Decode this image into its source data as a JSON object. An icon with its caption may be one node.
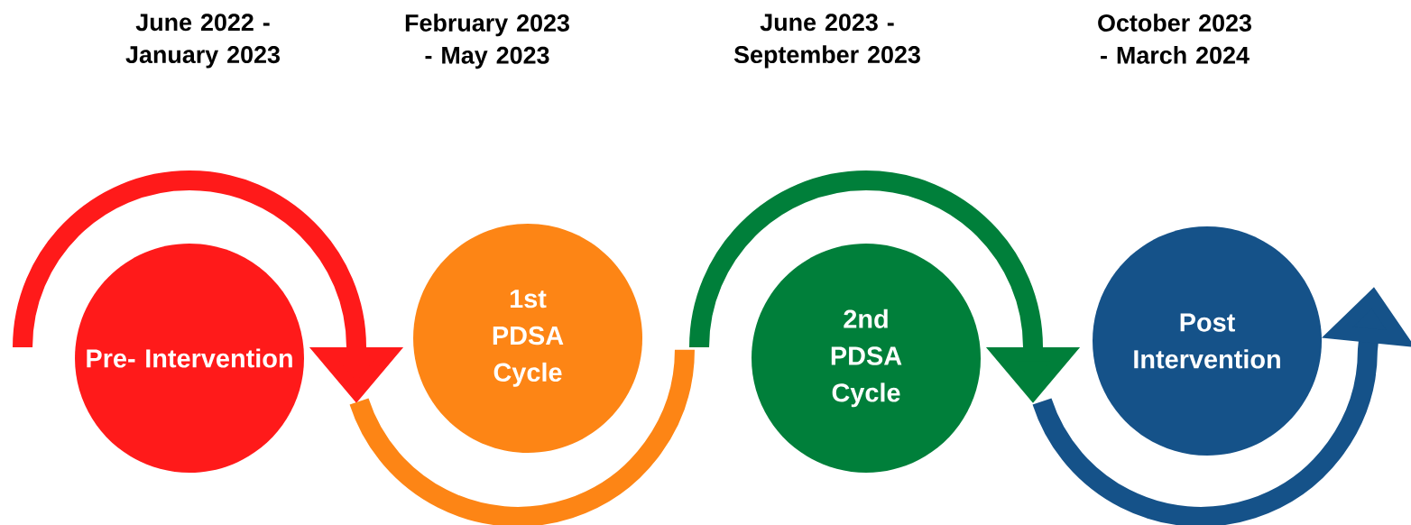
{
  "diagram": {
    "nodes": [
      {
        "text": [
          "Pre- Intervention"
        ]
      },
      {
        "text": [
          "1st PDSA Cycle"
        ]
      },
      {
        "text": [
          "2nd PDSA Cycle"
        ]
      },
      {
        "text": [
          "Post Intervention"
        ]
      }
    ],
    "labels": [
      "June 2022 - January 2023",
      "February 2023 - May 2023",
      "June 2023 - September 2023",
      "October 2023 - March 2024"
    ]
  }
}
